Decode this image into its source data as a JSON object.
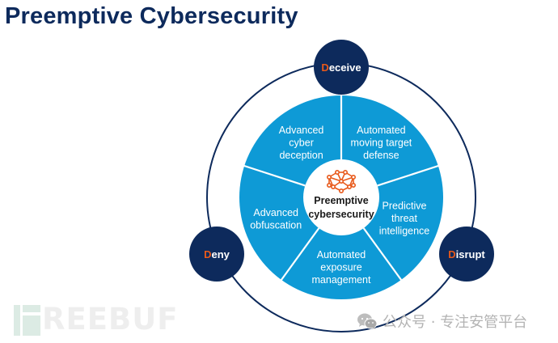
{
  "title": "Preemptive Cybersecurity",
  "colors": {
    "title": "#0d2a5c",
    "navy": "#0d2a5c",
    "blue": "#0e9ad6",
    "accent_orange": "#e8591a",
    "white": "#ffffff"
  },
  "center": {
    "icon": "neural-network-icon",
    "line1": "Preemptive",
    "line2": "cybersecurity"
  },
  "segments": [
    {
      "lines": [
        "Automated",
        "moving target",
        "defense"
      ]
    },
    {
      "lines": [
        "Predictive",
        "threat",
        "intelligence"
      ]
    },
    {
      "lines": [
        "Automated",
        "exposure",
        "management"
      ]
    },
    {
      "lines": [
        "Advanced",
        "obfuscation"
      ]
    },
    {
      "lines": [
        "Advanced",
        "cyber",
        "deception"
      ]
    }
  ],
  "nodes": [
    {
      "initial": "D",
      "rest": "eceive",
      "position": "top"
    },
    {
      "initial": "D",
      "rest": "eny",
      "position": "bottom-left"
    },
    {
      "initial": "D",
      "rest": "isrupt",
      "position": "bottom-right"
    }
  ],
  "watermarks": {
    "freebuf": "REEBUF",
    "wechat": "公众号 · 专注安管平台",
    "wechat_icon": "wechat-icon"
  }
}
